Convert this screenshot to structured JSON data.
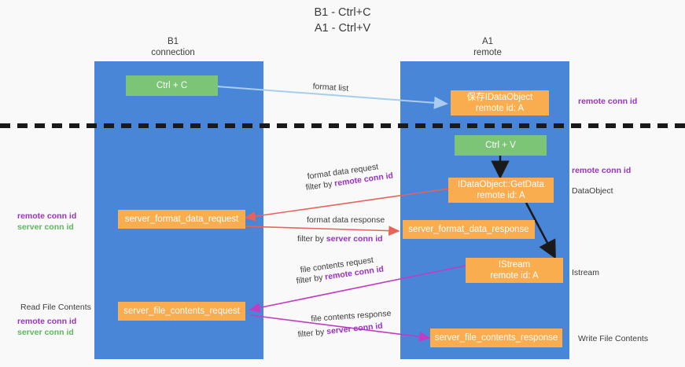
{
  "title": {
    "line1": "B1 - Ctrl+C",
    "line2": "A1 - Ctrl+V"
  },
  "columns": [
    {
      "name": "B1",
      "sub": "connection"
    },
    {
      "name": "A1",
      "sub": "remote"
    }
  ],
  "colors": {
    "lane": "#4a86d8",
    "node_orange": "#f9ad4e",
    "node_green": "#7cc576",
    "accent_purple": "#9b30c6",
    "accent_green": "#5cb85c",
    "arrow_lightblue": "#a8cdf0",
    "arrow_red": "#e8615a",
    "arrow_magenta": "#c33bc3",
    "arrow_black": "#1a1a1a",
    "background": "#f9f9f9"
  },
  "nodes": {
    "ctrl_c": {
      "line1": "Ctrl + C",
      "line2": ""
    },
    "save_dataobject": {
      "line1": "保存IDataObject",
      "line2": "remote id: A"
    },
    "ctrl_v": {
      "line1": "Ctrl + V",
      "line2": ""
    },
    "getdata": {
      "line1": "IDataObject::GetData",
      "line2": "remote id: A"
    },
    "fmt_req": {
      "line1": "server_format_data_request",
      "line2": ""
    },
    "fmt_resp": {
      "line1": "server_format_data_response",
      "line2": ""
    },
    "istream": {
      "line1": "IStream",
      "line2": "remote id: A"
    },
    "file_req": {
      "line1": "server_file_contents_request",
      "line2": ""
    },
    "file_resp": {
      "line1": "server_file_contents_response",
      "line2": ""
    }
  },
  "edges": {
    "format_list": "format list",
    "fmt_req_l1": "format data request",
    "fmt_req_l2_prefix": "filter by ",
    "fmt_req_l2_key": "remote conn id",
    "fmt_resp_l1": "format data response",
    "fmt_resp_l2_prefix": "filter by ",
    "fmt_resp_l2_key": "server conn id",
    "file_req_l1": "file contents request",
    "file_req_l2_prefix": "filter by ",
    "file_req_l2_key": "remote conn id",
    "file_resp_l1": "file contents response",
    "file_resp_l2_prefix": "filter by ",
    "file_resp_l2_key": "server conn id"
  },
  "annotations": {
    "right_top_remote": "remote conn id",
    "right_mid_remote": "remote conn id",
    "right_dataobject": "DataObject",
    "right_istream": "Istream",
    "right_write": "Write File Contents",
    "left_mid_remote": "remote conn id",
    "left_mid_server": "server conn id",
    "left_read": "Read File Contents",
    "left_bot_remote": "remote conn id",
    "left_bot_server": "server conn id"
  }
}
